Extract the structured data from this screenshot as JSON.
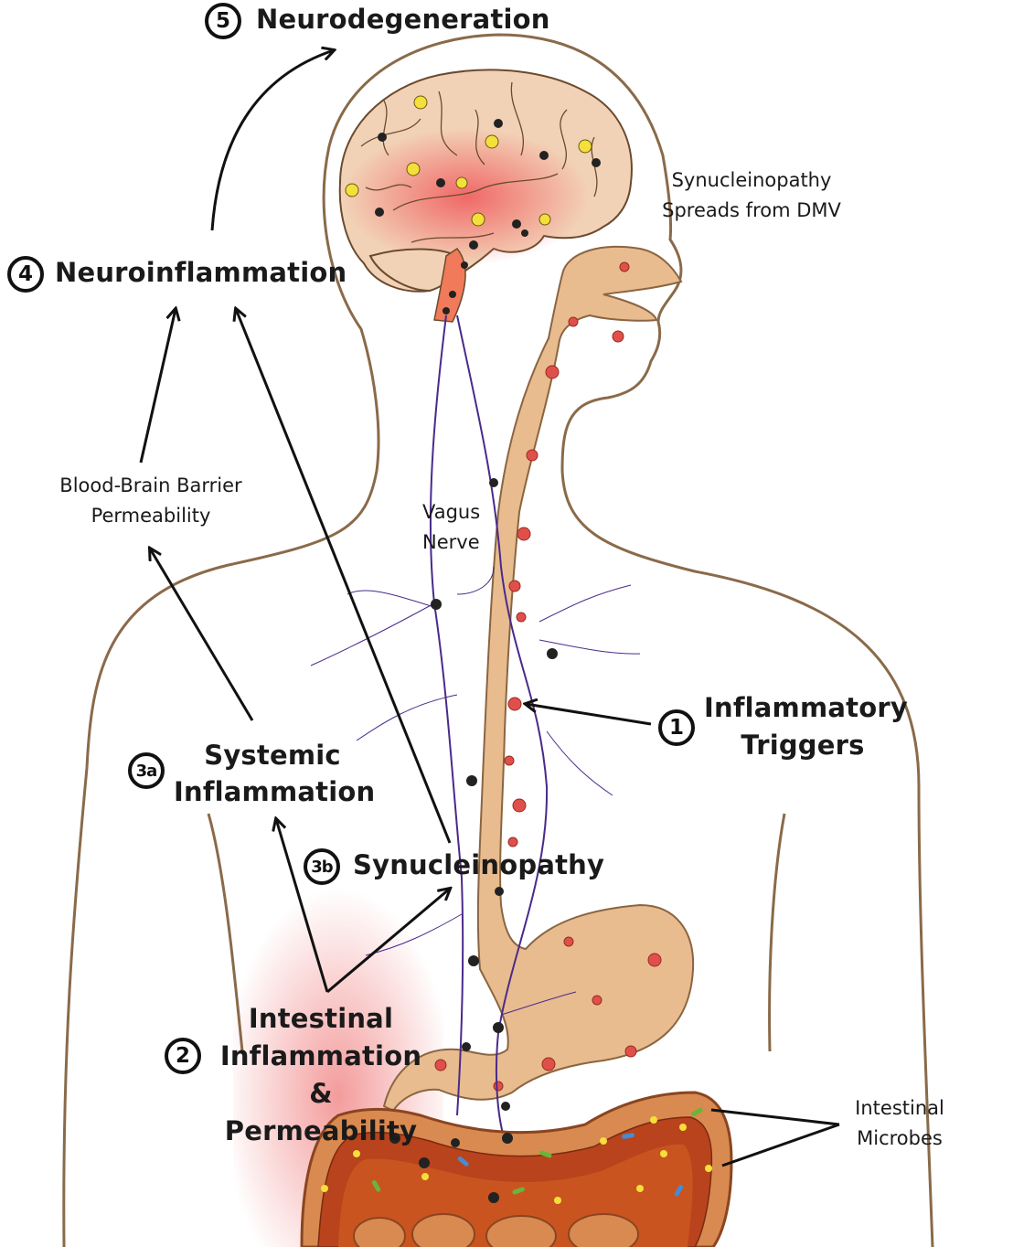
{
  "labels": {
    "step1": "Inflammatory\nTriggers",
    "step2": "Intestinal\nInflammation\n& Permeability",
    "step3a": "Systemic\nInflammation",
    "step3b": "Synucleinopathy",
    "step4": "Neuroinflammation",
    "step5": "Neurodegeneration",
    "bbb": "Blood-Brain Barrier\nPermeability",
    "vagus": "Vagus\nNerve",
    "spread": "Synucleinopathy\nSpreads from DMV",
    "microbes": "Intestinal\nMicrobes"
  },
  "badges": {
    "b1": "1",
    "b2": "2",
    "b3a": "3a",
    "b3b": "3b",
    "b4": "4",
    "b5": "5"
  },
  "colors": {
    "body_outline": "#8a6a4a",
    "gi_tract": "#e8bc8f",
    "gi_outline": "#8a6540",
    "brain": "#f2d2b6",
    "inflammation": "#f06a6a",
    "nerve": "#4a2a8a",
    "arrow": "#111111",
    "colon_inner": "#b8431c"
  }
}
